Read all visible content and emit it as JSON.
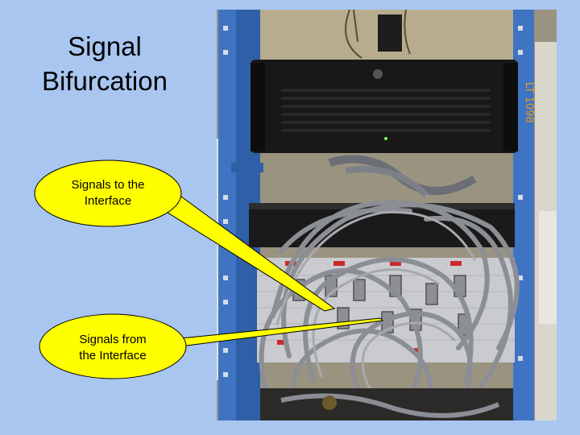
{
  "slide": {
    "title_lines": [
      "Signal",
      "Bifurcation"
    ],
    "background_color": "#a9c6f1"
  },
  "callouts": [
    {
      "lines": [
        "Signals to the",
        "Interface"
      ],
      "fill_color": "#ffff00"
    },
    {
      "lines": [
        "Signals from",
        "the Interface"
      ],
      "fill_color": "#ffff00"
    }
  ],
  "photo": {
    "subject": "equipment-rack-with-coaxial-cables",
    "label_on_chassis": "LT 1098"
  }
}
